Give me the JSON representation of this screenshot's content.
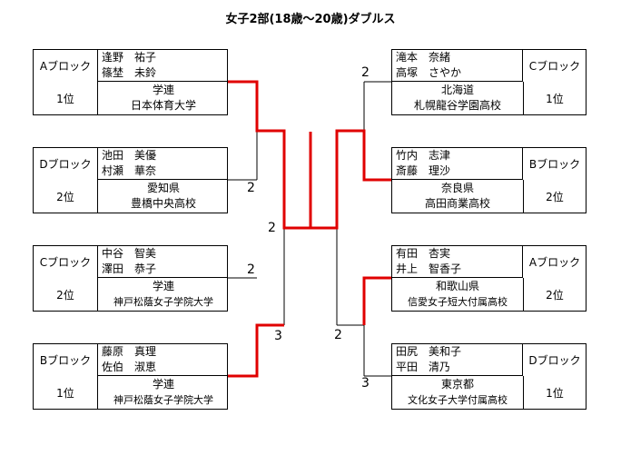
{
  "title": "女子2部(18歳～20歳)ダブルス",
  "left_entries": [
    {
      "block": "Aブロック",
      "rank": "1位",
      "player1": "逢野　祐子",
      "player2": "篠埜　未鈴",
      "aff1": "学連",
      "aff2": "日本体育大学"
    },
    {
      "block": "Dブロック",
      "rank": "2位",
      "player1": "池田　美優",
      "player2": "村瀬　華奈",
      "aff1": "愛知県",
      "aff2": "豊橋中央高校"
    },
    {
      "block": "Cブロック",
      "rank": "2位",
      "player1": "中谷　智美",
      "player2": "澤田　恭子",
      "aff1": "学連",
      "aff2": "神戸松蔭女子学院大学"
    },
    {
      "block": "Bブロック",
      "rank": "1位",
      "player1": "藤原　真理",
      "player2": "佐伯　淑恵",
      "aff1": "学連",
      "aff2": "神戸松蔭女子学院大学"
    }
  ],
  "right_entries": [
    {
      "block": "Cブロック",
      "rank": "1位",
      "player1": "滝本　奈緒",
      "player2": "高塚　さやか",
      "aff1": "北海道",
      "aff2": "札幌龍谷学園高校"
    },
    {
      "block": "Bブロック",
      "rank": "2位",
      "player1": "竹内　志津",
      "player2": "斎藤　理沙",
      "aff1": "奈良県",
      "aff2": "高田商業高校"
    },
    {
      "block": "Aブロック",
      "rank": "2位",
      "player1": "有田　杏実",
      "player2": "井上　智香子",
      "aff1": "和歌山県",
      "aff2": "信愛女子短大付属高校"
    },
    {
      "block": "Dブロック",
      "rank": "1位",
      "player1": "田尻　美和子",
      "player2": "平田　清乃",
      "aff1": "東京都",
      "aff2": "文化女子大学付属高校"
    }
  ],
  "scores": {
    "l_r1_top": "2",
    "l_r1_bot_a": "2",
    "l_r1_bot_b": "3",
    "l_semi": "2",
    "r_r1_top": "2",
    "r_r1_bot": "3",
    "r_semi": "2"
  },
  "colors": {
    "winner_line": "#e00000",
    "line": "#000000"
  }
}
